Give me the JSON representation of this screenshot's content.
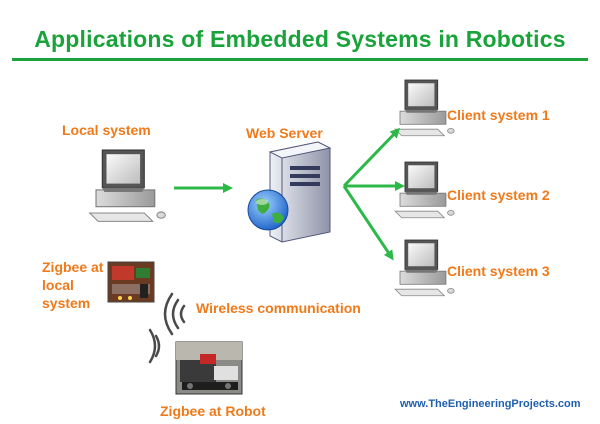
{
  "title": "Applications of Embedded Systems in Robotics",
  "labels": {
    "local_system": "Local system",
    "web_server": "Web Server",
    "client_1": "Client system 1",
    "client_2": "Client system 2",
    "client_3": "Client system 3",
    "zigbee_local": "Zigbee at local system",
    "wireless": "Wireless communication",
    "zigbee_robot": "Zigbee at Robot"
  },
  "website": "www.TheEngineeringProjects.com",
  "colors": {
    "title": "#1aa33a",
    "arrow": "#2db84a",
    "label": "#f07a1a",
    "website": "#1f5fae"
  },
  "icons": {
    "computer": "desktop-computer-icon",
    "server": "web-server-globe-icon",
    "zigbee": "zigbee-board-photo",
    "robot": "robot-photo",
    "wireless": "wireless-signal-icon"
  }
}
